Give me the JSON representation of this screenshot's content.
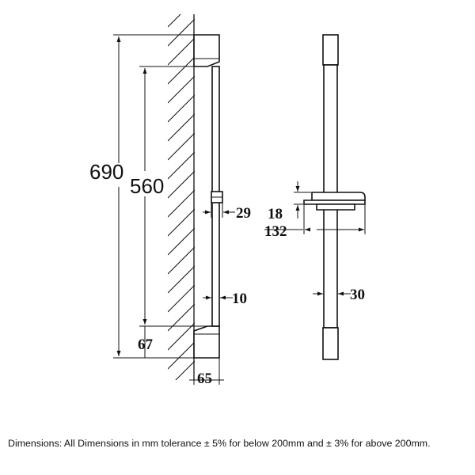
{
  "dimensions": {
    "overall_height": "690",
    "slider_travel": "560",
    "slider_offset": "29",
    "rail_width": "10",
    "bracket_height": "67",
    "bracket_projection": "65",
    "holder_thickness": "18",
    "holder_width": "132",
    "rail_diameter": "30"
  },
  "footnote": "Dimensions: All Dimensions in mm tolerance ± 5% for below 200mm and ± 3% for above 200mm."
}
